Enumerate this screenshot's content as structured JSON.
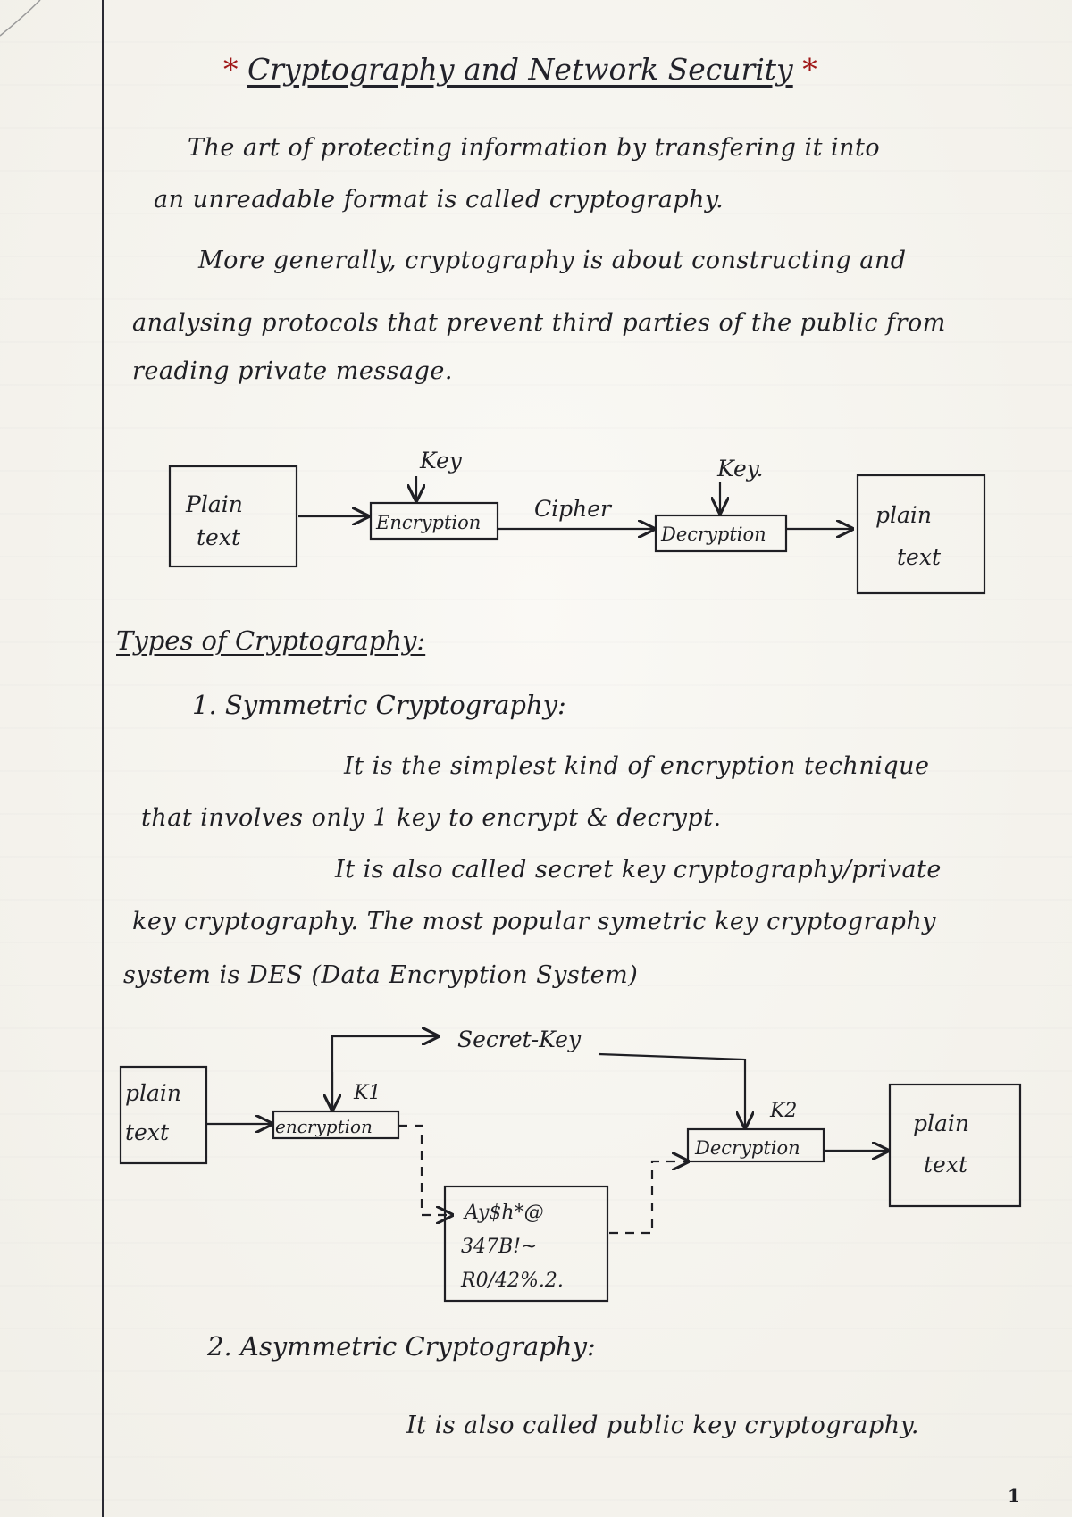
{
  "title": "Cryptography and Network Security",
  "title_stars": {
    "left": "*",
    "right": "*"
  },
  "intro": {
    "line1": "The art of protecting information by transfering it into",
    "line2": "an unreadable format is called cryptography.",
    "line3": "More generally, cryptography is about constructing and",
    "line4": "analysing protocols that prevent third parties of the public from",
    "line5": "reading private message."
  },
  "diagram1": {
    "plain_text_in": [
      "Plain",
      "text"
    ],
    "key_left": "Key",
    "encryption": "Encryption",
    "cipher": "Cipher",
    "key_right": "Key.",
    "decryption": "Decryption",
    "plain_text_out": [
      "plain",
      "text"
    ]
  },
  "types_heading": "Types of Cryptography:",
  "symmetric": {
    "heading": "1. Symmetric Cryptography:",
    "line1": "It is the simplest kind of encryption technique",
    "line2": "that involves only 1 key to encrypt & decrypt.",
    "line3": "It is also called secret key cryptography/private",
    "line4": "key cryptography. The most popular symetric key cryptography",
    "line5": "system is DES (Data Encryption System)"
  },
  "diagram2": {
    "secret_key": "Secret-Key",
    "plain_text_in": [
      "plain",
      "text"
    ],
    "k1": "K1",
    "encryption": "encryption",
    "k2": "K2",
    "decryption": "Decryption",
    "plain_text_out": [
      "plain",
      "text"
    ],
    "cipher_lines": [
      "Ay$h*@",
      "347B!~",
      "R0/42%.2."
    ]
  },
  "asymmetric": {
    "heading": "2. Asymmetric Cryptography:",
    "line1": "It is also called public key cryptography."
  },
  "page_number": "1",
  "colors": {
    "ink": "#1f1f24",
    "star_red": "#a01818",
    "paper": "#f6f4ef"
  }
}
